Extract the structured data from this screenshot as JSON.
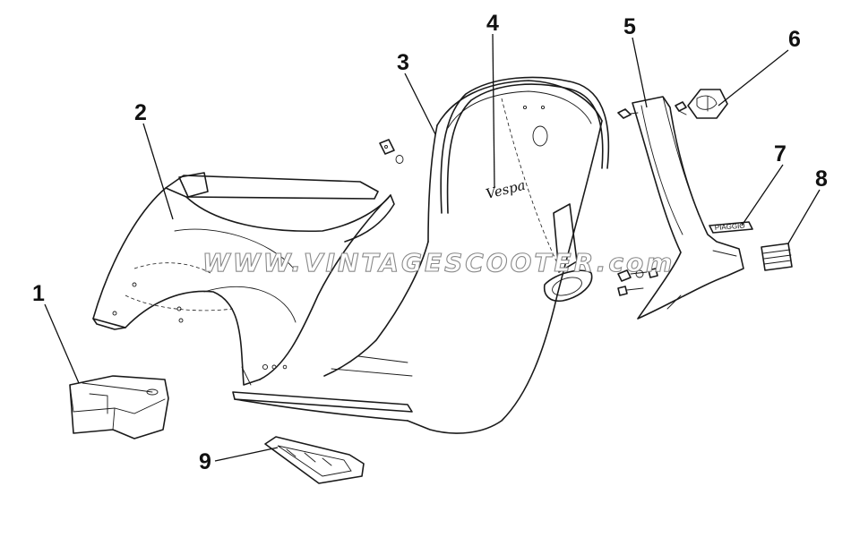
{
  "callouts": [
    "1",
    "2",
    "3",
    "4",
    "5",
    "6",
    "7",
    "8",
    "9"
  ],
  "watermark": "WWW.VINTAGESCOOTER.com",
  "badges": {
    "piaggio": "PIAGGIO",
    "vespa": "Vespa"
  }
}
